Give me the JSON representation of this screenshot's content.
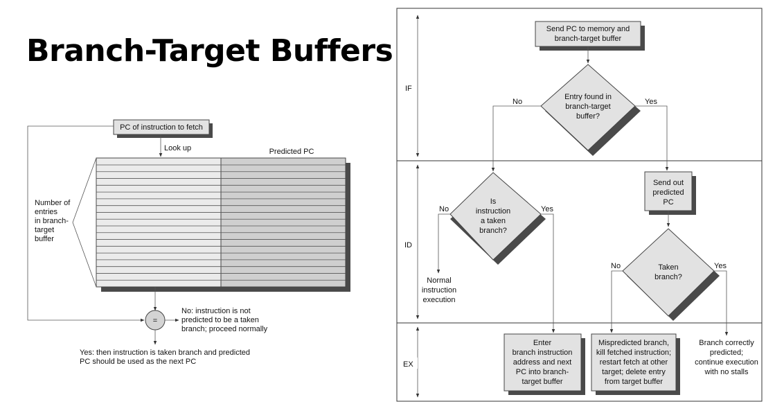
{
  "title": "Branch-Target Buffers",
  "left": {
    "pc_box": "PC of instruction to fetch",
    "lookup": "Look up",
    "predicted_pc_header": "Predicted PC",
    "entries_label": [
      "Number of",
      "entries",
      "in branch-",
      "target",
      "buffer"
    ],
    "compare_symbol": "=",
    "no_text": [
      "No:  instruction is not",
      "predicted to be a taken",
      "branch; proceed normally"
    ],
    "yes_text": [
      "Yes:  then instruction is taken branch and predicted",
      "PC should be used as the next PC"
    ]
  },
  "flow": {
    "stages": {
      "if": "IF",
      "id": "ID",
      "ex": "EX"
    },
    "send_pc": [
      "Send PC to memory and",
      "branch-target buffer"
    ],
    "entry_found": [
      "Entry found in",
      "branch-target",
      "buffer?"
    ],
    "no": "No",
    "yes": "Yes",
    "is_taken": [
      "Is",
      "instruction",
      "a taken",
      "branch?"
    ],
    "send_out": [
      "Send out",
      "predicted",
      "PC"
    ],
    "normal": [
      "Normal",
      "instruction",
      "execution"
    ],
    "taken_branch": [
      "Taken",
      "branch?"
    ],
    "enter": [
      "Enter",
      "branch instruction",
      "address and next",
      "PC into branch-",
      "target buffer"
    ],
    "mispredicted": [
      "Mispredicted branch,",
      "kill fetched instruction;",
      "restart fetch at other",
      "target; delete entry",
      "from target buffer"
    ],
    "correct": [
      "Branch correctly",
      "predicted;",
      "continue execution",
      "with no stalls"
    ]
  }
}
